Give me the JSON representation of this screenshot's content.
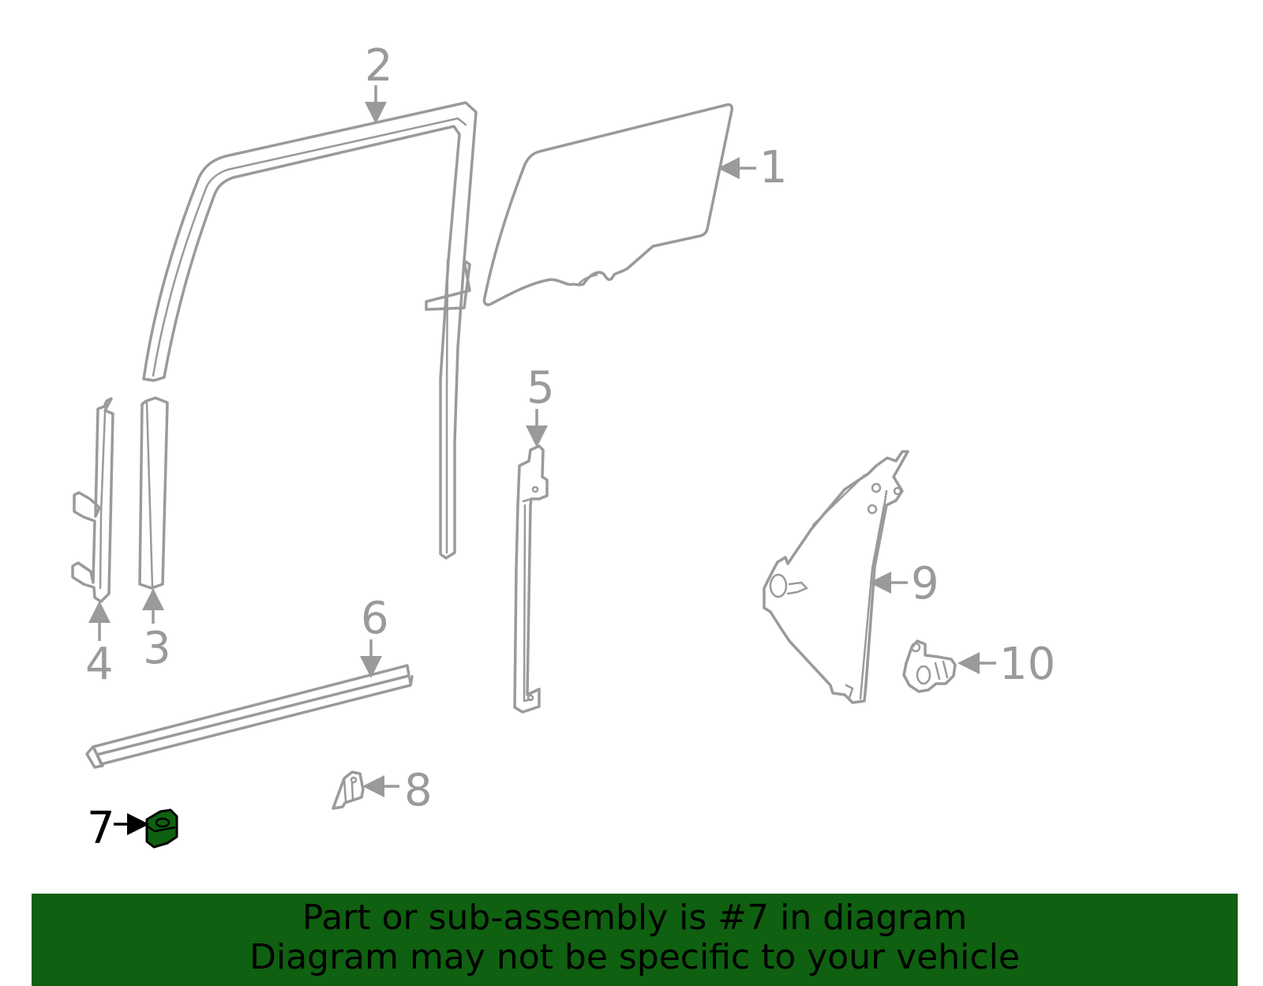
{
  "diagram": {
    "callouts": [
      "1",
      "2",
      "3",
      "4",
      "5",
      "6",
      "7",
      "8",
      "9",
      "10"
    ],
    "highlighted_part": "7",
    "highlight_color": "#0f6010",
    "line_color": "#9a9a9a"
  },
  "banner": {
    "line1": "Part or sub-assembly is #7 in diagram",
    "line2": "Diagram may not be specific to your vehicle",
    "background": "#0f6010"
  }
}
